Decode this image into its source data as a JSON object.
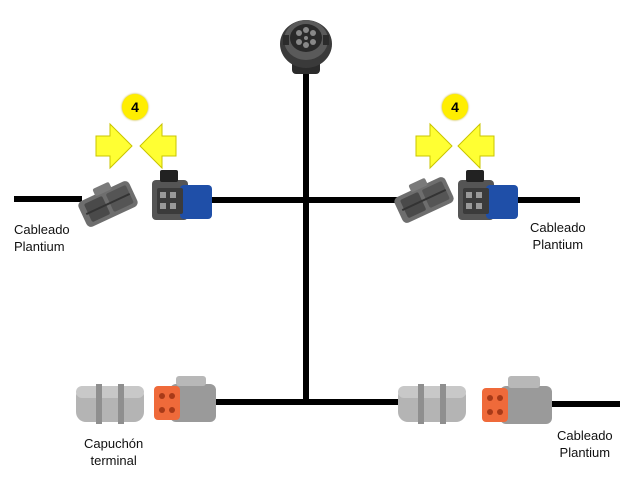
{
  "badges": {
    "left": "4",
    "right": "4"
  },
  "labels": {
    "left_top": {
      "line1": "Cableado",
      "line2": "Plantium"
    },
    "right_top": {
      "line1": "Cableado",
      "line2": "Plantium"
    },
    "left_bottom": {
      "line1": "Capuchón",
      "line2": "terminal"
    },
    "right_bottom": {
      "line1": "Cableado",
      "line2": "Plantium"
    }
  },
  "colors": {
    "cable": "#000000",
    "arrow": "#ffff33",
    "badge": "#ffee00",
    "blue_connector": "#1f4fa8",
    "gray_connector": "#7d7d7d",
    "orange_seal": "#ef6a3a",
    "light_gray_plug": "#b4b4b4"
  },
  "icons": [
    "round-connector-icon",
    "male-connector-icon",
    "blue-female-connector-icon",
    "arrow-right-icon",
    "arrow-left-icon",
    "dt-plug-icon",
    "dt-receptacle-icon"
  ]
}
